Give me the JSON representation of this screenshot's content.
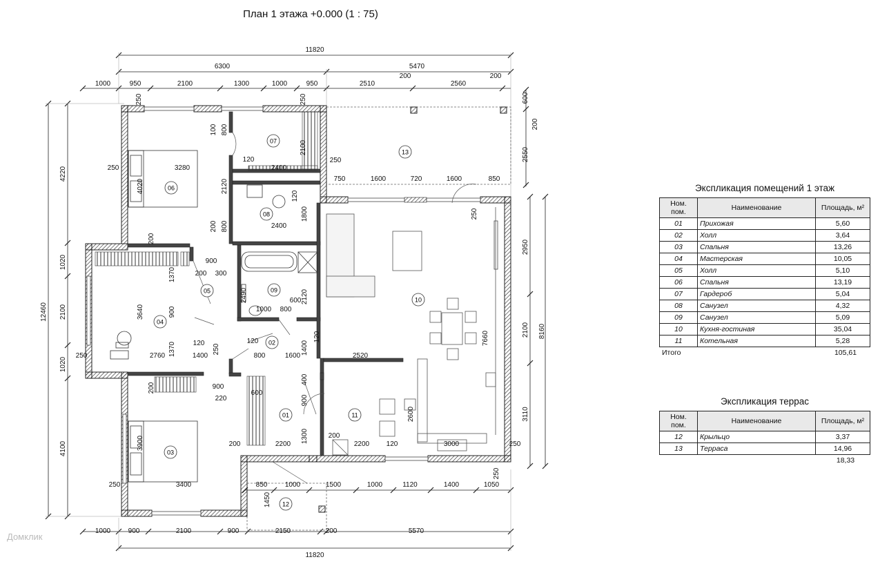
{
  "plan_title": "План 1 этажа +0.000 (1 : 75)",
  "dimensions": {
    "top_total": "11820",
    "top_left": "6300",
    "top_right": "5470",
    "top_row": [
      "1000",
      "950",
      "2100",
      "1300",
      "1000",
      "950",
      "2510",
      "2560"
    ],
    "top_small": [
      "200",
      "200"
    ],
    "bottom_total": "11820",
    "bottom_row": [
      "1000",
      "900",
      "2100",
      "900",
      "2150",
      "200",
      "5570"
    ],
    "bottom_inner": [
      "850",
      "1000",
      "1500",
      "1000",
      "1120",
      "1400",
      "1050"
    ],
    "left_total": "12460",
    "left_row": [
      "4220",
      "1020",
      "2100",
      "1020",
      "4100"
    ],
    "right_outer": "8160",
    "right_row": [
      "2950",
      "2100",
      "3110"
    ],
    "right_top": [
      "600",
      "200",
      "2550"
    ],
    "interior": {
      "d3280": "3280",
      "d4020": "4020",
      "d2120a": "2120",
      "d2400a": "2400",
      "d2400b": "2400",
      "d2100": "2100",
      "d120a": "120",
      "d250a": "250",
      "d250b": "250",
      "d250c": "250",
      "d100": "100",
      "d800a": "800",
      "d800b": "800",
      "d200a": "200",
      "d200b": "200",
      "d1800": "1800",
      "d120b": "120",
      "d750": "750",
      "d1600a": "1600",
      "d720": "720",
      "d1600b": "1600",
      "d850": "850",
      "d900a": "900",
      "d200c": "200",
      "d300": "300",
      "d1370a": "1370",
      "d3640": "3640",
      "d900b": "900",
      "d1370b": "1370",
      "d2490": "2490",
      "d2120b": "2120",
      "d600a": "600",
      "d1000": "1000",
      "d800c": "800",
      "d120c": "120",
      "d1400a": "1400",
      "d120d": "120",
      "d2760": "2760",
      "d1400b": "1400",
      "d250d": "250",
      "d250e": "250",
      "d120e": "120",
      "d800d": "800",
      "d1600c": "1600",
      "d2520": "2520",
      "d900c": "900",
      "d220": "220",
      "d200d": "200",
      "d600b": "600",
      "d400": "400",
      "d900d": "900",
      "d1300": "1300",
      "d2600": "2600",
      "d7660": "7660",
      "d3900": "3900",
      "d200e": "200",
      "d2200a": "2200",
      "d200f": "200",
      "d2200b": "2200",
      "d120f": "120",
      "d3000": "3000",
      "d250f": "250",
      "d250g": "250",
      "d3400": "3400",
      "d250h": "250",
      "d1450": "1450",
      "d250i": "250",
      "d250j": "250"
    }
  },
  "rooms": [
    {
      "id": "01"
    },
    {
      "id": "02"
    },
    {
      "id": "03"
    },
    {
      "id": "04"
    },
    {
      "id": "05"
    },
    {
      "id": "06"
    },
    {
      "id": "07"
    },
    {
      "id": "08"
    },
    {
      "id": "09"
    },
    {
      "id": "10"
    },
    {
      "id": "11"
    },
    {
      "id": "12"
    },
    {
      "id": "13"
    }
  ],
  "explication_rooms": {
    "title": "Экспликация помещений 1 этаж",
    "headers": [
      "Ном. пом.",
      "Наименование",
      "Площадь, м²"
    ],
    "rows": [
      [
        "01",
        "Прихожая",
        "5,60"
      ],
      [
        "02",
        "Холл",
        "3,64"
      ],
      [
        "03",
        "Спальня",
        "13,26"
      ],
      [
        "04",
        "Мастерская",
        "10,05"
      ],
      [
        "05",
        "Холл",
        "5,10"
      ],
      [
        "06",
        "Спальня",
        "13,19"
      ],
      [
        "07",
        "Гардероб",
        "5,04"
      ],
      [
        "08",
        "Санузел",
        "4,32"
      ],
      [
        "09",
        "Санузел",
        "5,09"
      ],
      [
        "10",
        "Кухня-гостиная",
        "35,04"
      ],
      [
        "11",
        "Котельная",
        "5,28"
      ]
    ],
    "total_label": "Итого",
    "total_value": "105,61"
  },
  "explication_terraces": {
    "title": "Экспликация террас",
    "headers": [
      "Ном. пом.",
      "Наименование",
      "Площадь, м²"
    ],
    "rows": [
      [
        "12",
        "Крыльцо",
        "3,37"
      ],
      [
        "13",
        "Терраса",
        "14,96"
      ]
    ],
    "total_value": "18,33"
  },
  "watermark": "Домклик"
}
